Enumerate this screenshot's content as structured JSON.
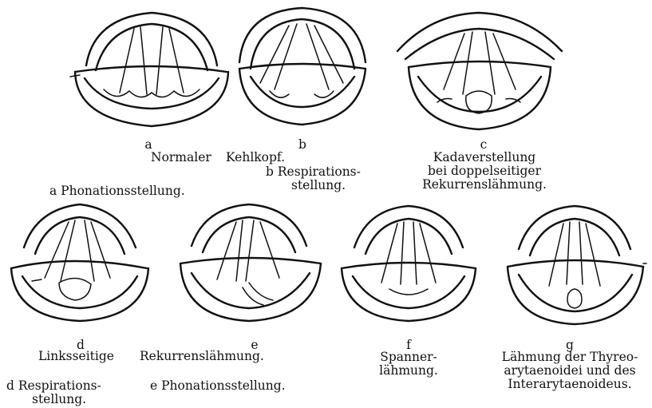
{
  "figure": {
    "panels": [
      {
        "id": "a",
        "letter": "a"
      },
      {
        "id": "b",
        "letter": "b"
      },
      {
        "id": "c",
        "letter": "c"
      },
      {
        "id": "d",
        "letter": "d"
      },
      {
        "id": "e",
        "letter": "e"
      },
      {
        "id": "f",
        "letter": "f"
      },
      {
        "id": "g",
        "letter": "g"
      }
    ],
    "captions": {
      "normal_group": "Normaler Kehlkopf.",
      "normal_group_part1": "Normaler",
      "normal_group_part2": "Kehlkopf.",
      "a_sub": "a Phonationsstellung.",
      "b_sub_line1": "b Respirations-",
      "b_sub_line2": "stellung.",
      "c_lines": [
        "Kadaverstellung",
        "bei doppelseitiger",
        "Rekurrenslähmung."
      ],
      "de_group_part1": "Linksseitige",
      "de_group_part2": "Rekurrenslähmung.",
      "d_sub_line1": "d Respirations-",
      "d_sub_line2": "stellung.",
      "e_sub": "e Phonationsstellung.",
      "f_lines": [
        "Spanner-",
        "lähmung."
      ],
      "g_lines": [
        "Lähmung der Thyreo-",
        "arytaenoidei und des",
        "Interarytaenoideus."
      ]
    }
  }
}
